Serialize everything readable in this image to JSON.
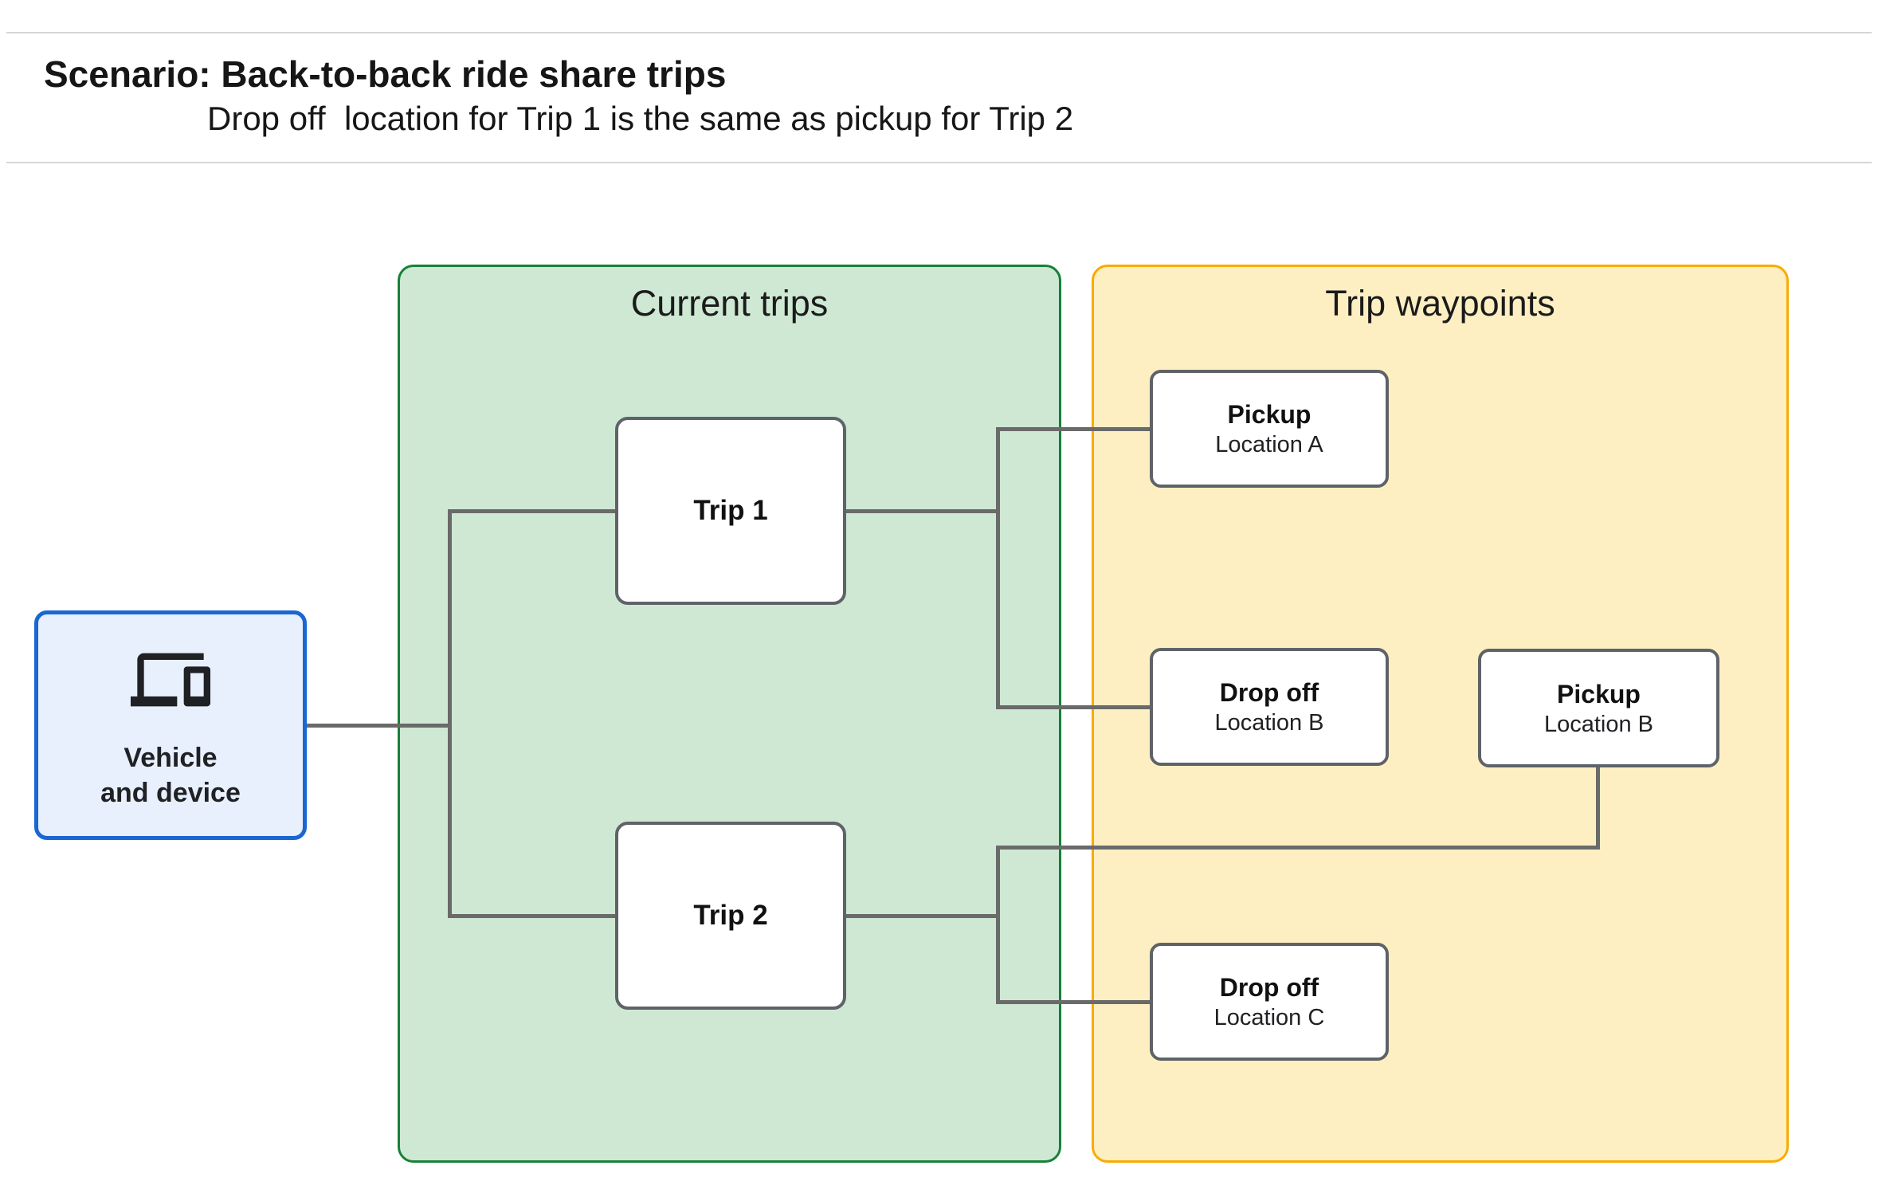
{
  "header": {
    "title": "Scenario: Back-to-back ride share trips",
    "subtitle": "Drop off  location for Trip 1 is the same as pickup for Trip 2"
  },
  "vehicle_node": {
    "icon": "devices-icon",
    "label_line1": "Vehicle",
    "label_line2": "and device"
  },
  "panels": {
    "current_trips": {
      "title": "Current trips"
    },
    "trip_waypoints": {
      "title": "Trip waypoints"
    }
  },
  "trips": [
    {
      "label": "Trip 1"
    },
    {
      "label": "Trip 2"
    }
  ],
  "waypoints": [
    {
      "title": "Pickup",
      "subtitle": "Location A"
    },
    {
      "title": "Drop off",
      "subtitle": "Location B"
    },
    {
      "title": "Pickup",
      "subtitle": "Location B"
    },
    {
      "title": "Drop off",
      "subtitle": "Location C"
    }
  ],
  "colors": {
    "current_trips_fill": "#cee8d4",
    "current_trips_border": "#188038",
    "trip_waypoints_fill": "#feefc3",
    "trip_waypoints_border": "#f9ab00",
    "vehicle_fill": "#e8f0fe",
    "vehicle_border": "#1967d2",
    "connector_gray": "#6a6a6a",
    "node_border_gray": "#5f6368"
  }
}
